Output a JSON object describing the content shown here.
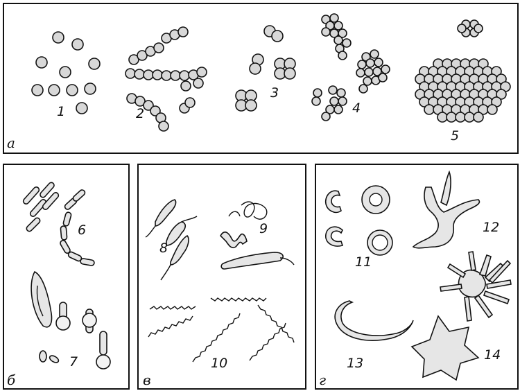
{
  "panels": [
    {
      "letter": "а",
      "labels": [
        "1",
        "2",
        "3",
        "4",
        "5"
      ]
    },
    {
      "letter": "б",
      "labels": [
        "6",
        "7"
      ]
    },
    {
      "letter": "в",
      "labels": [
        "8",
        "9",
        "10"
      ]
    },
    {
      "letter": "г",
      "labels": [
        "11",
        "12",
        "13",
        "14"
      ]
    }
  ]
}
